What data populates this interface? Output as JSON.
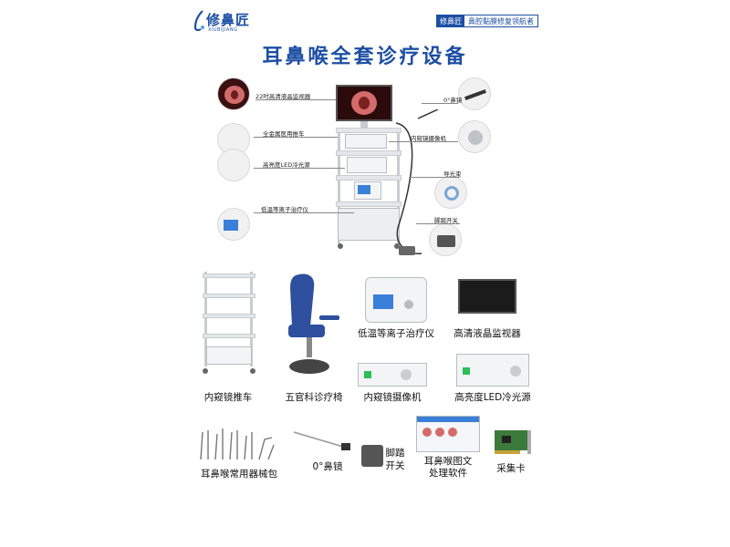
{
  "brand": {
    "logo_text": "修鼻匠",
    "logo_sub": "XIUBIJIANG",
    "tagline_brand": "修鼻匠",
    "tagline_slogan": "鼻腔黏膜修复领航者"
  },
  "headline": "耳鼻喉全套诊疗设备",
  "diagram_labels": {
    "monitor": "22吋高清液晶监视器",
    "cart": "全金属医用推车",
    "led": "高亮度LED冷光源",
    "plasma": "低温等离子治疗仪",
    "scope": "0°鼻镜",
    "camera": "内窥镜摄像机",
    "light_guide": "导光束",
    "pedal": "脚踏开关"
  },
  "products": {
    "cart": "内窥镜推车",
    "chair": "五官科诊疗椅",
    "plasma": "低温等离子治疗仪",
    "monitor": "高清液晶监视器",
    "camera": "内窥镜摄像机",
    "led": "高亮度LED冷光源",
    "instruments": "耳鼻喉常用器械包",
    "scope": "0°鼻镜",
    "pedal": "脚踏\n开关",
    "software": "耳鼻喉图文\n处理软件",
    "card": "采集卡"
  },
  "colors": {
    "brand_blue": "#1d4fa3",
    "chair_blue": "#2d4f9e"
  }
}
